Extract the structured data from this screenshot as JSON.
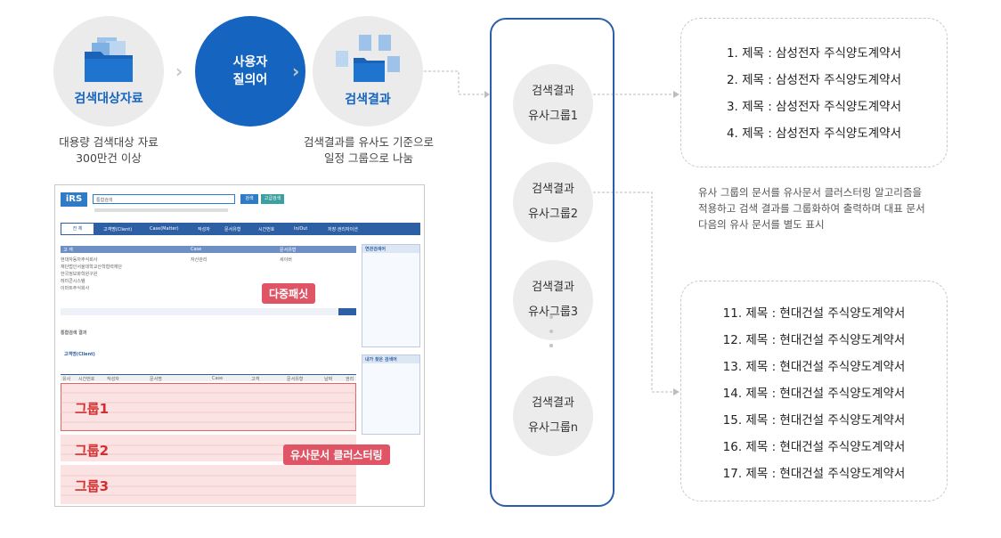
{
  "flow": {
    "step1": {
      "label": "검색대상자료",
      "caption": [
        "대용량 검색대상 자료",
        "300만건 이상"
      ]
    },
    "step2": {
      "label_line1": "사용자",
      "label_line2": "질의어"
    },
    "step3": {
      "label": "검색결과",
      "caption": [
        "검색결과를 유사도 기준으로",
        "일정 그룹으로 나눔"
      ]
    }
  },
  "groups": [
    {
      "line1": "검색결과",
      "line2": "유사그룹1"
    },
    {
      "line1": "검색결과",
      "line2": "유사그룹2"
    },
    {
      "line1": "검색결과",
      "line2": "유사그룹3"
    },
    {
      "line1": "검색결과",
      "line2": "유사그룹n"
    }
  ],
  "results_top": [
    "1. 제목 : 삼성전자 주식양도계약서",
    "2. 제목 : 삼성전자 주식양도계약서",
    "3. 제목 : 삼성전자 주식양도계약서",
    "4. 제목 : 삼성전자 주식양도계약서"
  ],
  "results_bottom": [
    "11. 제목 : 현대건설 주식양도계약서",
    "12. 제목 : 현대건설 주식양도계약서",
    "13. 제목 : 현대건설 주식양도계약서",
    "14. 제목 : 현대건설 주식양도계약서",
    "15. 제목 : 현대건설 주식양도계약서",
    "16. 제목 : 현대건설 주식양도계약서",
    "17. 제목 : 현대건설 주식양도계약서"
  ],
  "description": [
    "유사 그룹의 문서를 유사문서 클러스터링 알고리즘을",
    "적용하고 검색 결과를 그룹화하여 출력하며 대표 문서",
    "다음의 유사 문서를 별도 표시"
  ],
  "mock": {
    "logo": "iRS",
    "search_select": "통합검색",
    "search_button": "검색",
    "advanced_button": "고급검색",
    "tabs": [
      "전 체",
      "고객명(Client)",
      "Case(Matter)",
      "작성자",
      "문서유형",
      "시간번호",
      "In/Out",
      "저장·권리자이션"
    ],
    "facet_headers": [
      "고 객",
      "Case",
      "문서유형"
    ],
    "client_items": [
      "현대자동차주식회사",
      "재단법인서울대학교산학협력재단",
      "한국정보화학원구원",
      "레미콘시스템",
      "이마트주식회사"
    ],
    "case_items": [
      "자산관리"
    ],
    "type_items": [
      "세이버"
    ],
    "right_panel_title": "연관검색어",
    "right_panel_title2": "내가 찾은 검색어",
    "result_heading": "통합검색 결과",
    "section_title": "고객명(Client)",
    "columns": [
      "유사",
      "시간번호",
      "작성자",
      "문서명",
      "Case",
      "고객",
      "문서유형",
      "날짜",
      "권리"
    ],
    "badge_multi": "다중패싯",
    "badge_cluster": "유사문서 클러스터링",
    "group_labels": [
      "그룹1",
      "그룹2",
      "그룹3"
    ]
  }
}
